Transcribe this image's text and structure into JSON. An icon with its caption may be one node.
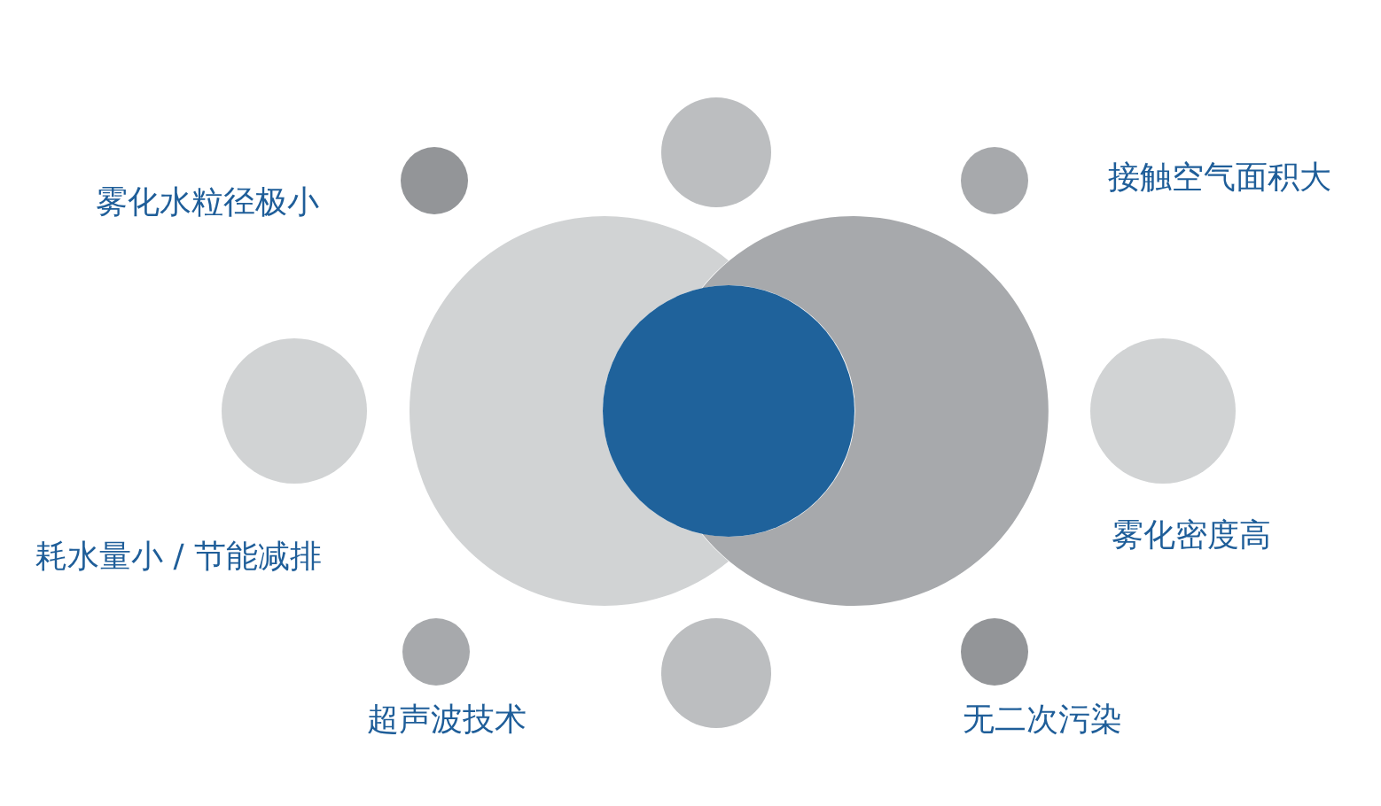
{
  "diagram": {
    "nodes": [
      {
        "text": [],
        "shape": "circle"
      },
      {
        "text": [],
        "shape": "circle",
        "beside": [
          "雾化水粒径极小"
        ]
      },
      {
        "text": [],
        "shape": "circle",
        "beside": [
          "接触空气面积大"
        ]
      },
      {
        "text": [],
        "shape": "circle"
      },
      {
        "text": [],
        "shape": "circle"
      },
      {
        "text": [],
        "shape": "circle"
      },
      {
        "text": [],
        "shape": "circle",
        "beside": [
          "耗水量小 / 节能减排"
        ]
      },
      {
        "text": [],
        "shape": "circle",
        "beside": [
          "雾化密度高"
        ]
      },
      {
        "text": [],
        "shape": "circle",
        "beside": [
          "超声波技术"
        ]
      },
      {
        "text": [],
        "shape": "circle"
      },
      {
        "text": [],
        "shape": "circle",
        "beside": [
          "无二次污染"
        ]
      }
    ],
    "edges": []
  }
}
